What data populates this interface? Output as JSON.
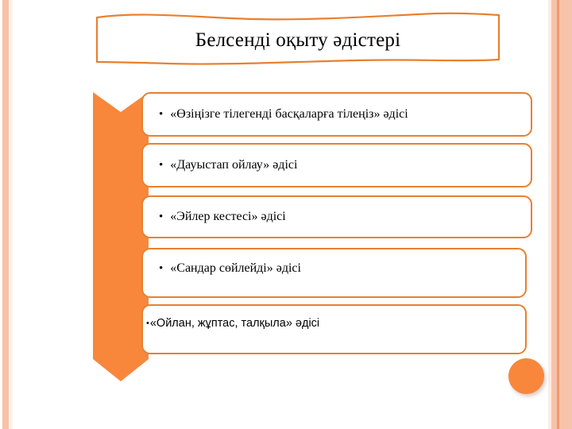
{
  "slide": {
    "title": "Белсенді оқыту әдістері",
    "accent_color": "#F8873C",
    "border_color": "#E8802F",
    "stripe_color": "#F9C0A5",
    "background_color": "#FFFFFF",
    "bullet_glyph": "•"
  },
  "methods": [
    {
      "text": "«Өзіңізге тілегенді басқаларға тілеңіз» әдісі"
    },
    {
      "text": "«Дауыстап ойлау» әдісі"
    },
    {
      "text": "«Эйлер кестесі» әдісі"
    },
    {
      "text": "«Сандар сөйлейді» әдісі"
    },
    {
      "text": "«Ойлан, жұптас, талқыла» әдісі"
    }
  ]
}
